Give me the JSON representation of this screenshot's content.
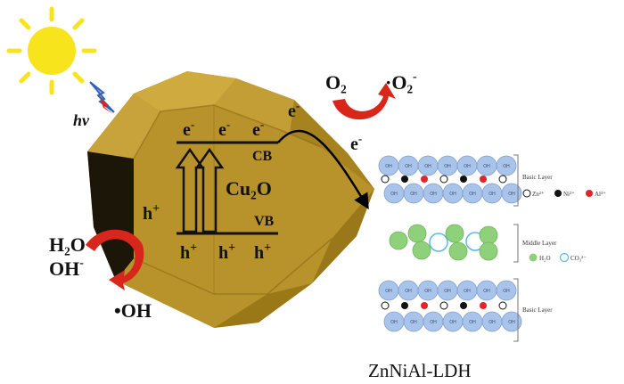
{
  "colors": {
    "crystal_face": "#b8922a",
    "crystal_light": "#cfaa3e",
    "crystal_dark": "#8a6a18",
    "sun": "#f7e41c",
    "reaction_arrow": "#d9261c",
    "ldh_sphere": "#a9c4ea",
    "water_sphere": "#8fd07a",
    "carbonate_ring": "#5bb8e6",
    "al_ion": "#e0262a",
    "ni_ion": "#111111",
    "zn_ion": "#ffffff"
  },
  "icons": {
    "sun": "sun-icon",
    "lightning": "lightning-bolt-icon"
  },
  "photon": {
    "label": "hv"
  },
  "semiconductor": {
    "name": "Cu₂O",
    "conduction_band": "CB",
    "valence_band": "VB",
    "electron": "e",
    "hole": "h",
    "minus": "-",
    "plus": "+"
  },
  "reactions": {
    "reduction_reactant": "O₂",
    "reduction_product": "·O₂",
    "reduction_product_charge": "-",
    "oxidation_reactant_1": "H₂O",
    "oxidation_reactant_2": "OH",
    "oxidation_reactant_2_charge": "-",
    "oxidation_product": "•OH"
  },
  "ldh": {
    "title": "ZnNiAl-LDH",
    "sphere_label": "OH",
    "basic_layer_label": "Basic Layer",
    "middle_layer_label": "Middle Layer",
    "legend_zn": "Zn²⁺",
    "legend_ni": "Ni²⁺",
    "legend_al": "Al³⁺",
    "legend_water": "H₂O",
    "legend_carbonate": "CO₃²⁻"
  }
}
